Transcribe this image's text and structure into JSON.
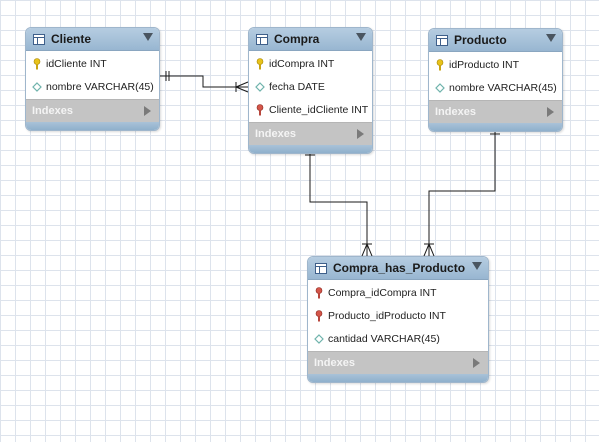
{
  "tables": {
    "cliente": {
      "name": "Cliente",
      "columns": [
        {
          "text": "idCliente INT",
          "kind": "pk-key-icon"
        },
        {
          "text": "nombre VARCHAR(45)",
          "kind": "attribute-diamond-icon"
        }
      ],
      "indexes_label": "Indexes"
    },
    "compra": {
      "name": "Compra",
      "columns": [
        {
          "text": "idCompra INT",
          "kind": "pk-key-icon"
        },
        {
          "text": "fecha DATE",
          "kind": "attribute-diamond-icon"
        },
        {
          "text": "Cliente_idCliente INT",
          "kind": "fk-key-icon"
        }
      ],
      "indexes_label": "Indexes"
    },
    "producto": {
      "name": "Producto",
      "columns": [
        {
          "text": "idProducto INT",
          "kind": "pk-key-icon"
        },
        {
          "text": "nombre VARCHAR(45)",
          "kind": "attribute-diamond-icon"
        }
      ],
      "indexes_label": "Indexes"
    },
    "compra_has_producto": {
      "name": "Compra_has_Producto",
      "columns": [
        {
          "text": "Compra_idCompra INT",
          "kind": "fk-key-icon"
        },
        {
          "text": "Producto_idProducto INT",
          "kind": "fk-key-icon"
        },
        {
          "text": "cantidad VARCHAR(45)",
          "kind": "attribute-diamond-icon"
        }
      ],
      "indexes_label": "Indexes"
    }
  },
  "relationships": [
    {
      "from": "Cliente",
      "to": "Compra",
      "from_cardinality": "one",
      "to_cardinality": "many"
    },
    {
      "from": "Compra",
      "to": "Compra_has_Producto",
      "from_cardinality": "one",
      "to_cardinality": "many"
    },
    {
      "from": "Producto",
      "to": "Compra_has_Producto",
      "from_cardinality": "one",
      "to_cardinality": "many"
    }
  ],
  "colors": {
    "header": "#a7c2da",
    "indexes_bar": "#c4c4c4",
    "pk_key": "#e8c31a",
    "fk_key": "#d4564a",
    "attribute": "#6fb3ac",
    "grid": "#dde3ec"
  }
}
